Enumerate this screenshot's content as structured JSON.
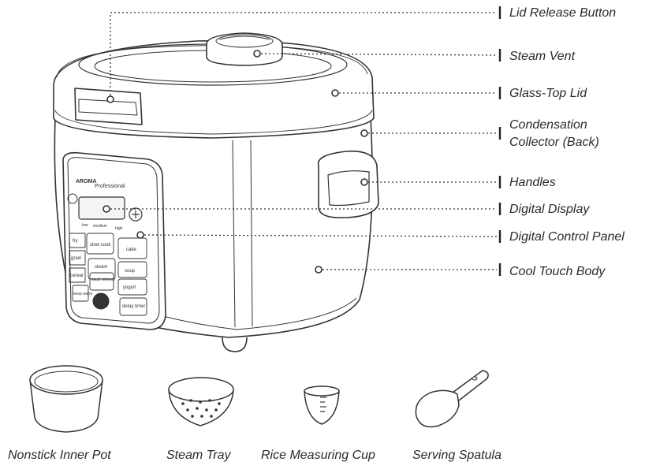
{
  "callouts": {
    "lid_release_button": "Lid Release Button",
    "steam_vent": "Steam Vent",
    "glass_top_lid": "Glass-Top Lid",
    "condensation_collector_line1": "Condensation",
    "condensation_collector_line2": "Collector (Back)",
    "handles": "Handles",
    "digital_display": "Digital Display",
    "digital_control_panel": "Digital Control Panel",
    "cool_touch_body": "Cool Touch Body"
  },
  "accessories": {
    "inner_pot": "Nonstick Inner Pot",
    "steam_tray": "Steam Tray",
    "measuring_cup": "Rice Measuring Cup",
    "spatula": "Serving Spatula"
  },
  "panel": {
    "brand": "AROMA",
    "line": "Professional",
    "levels": [
      "low",
      "medium",
      "high"
    ],
    "buttons": {
      "fry": "fry",
      "slow_cook": "slow cook",
      "cake": "cake",
      "grain": "grain",
      "steam": "steam",
      "soup": "soup",
      "cereal": "cereal",
      "saute_simmer": "sauté simmer",
      "yogurt": "yogurt",
      "keep_warm": "keep warm",
      "delay_timer": "delay timer"
    }
  }
}
